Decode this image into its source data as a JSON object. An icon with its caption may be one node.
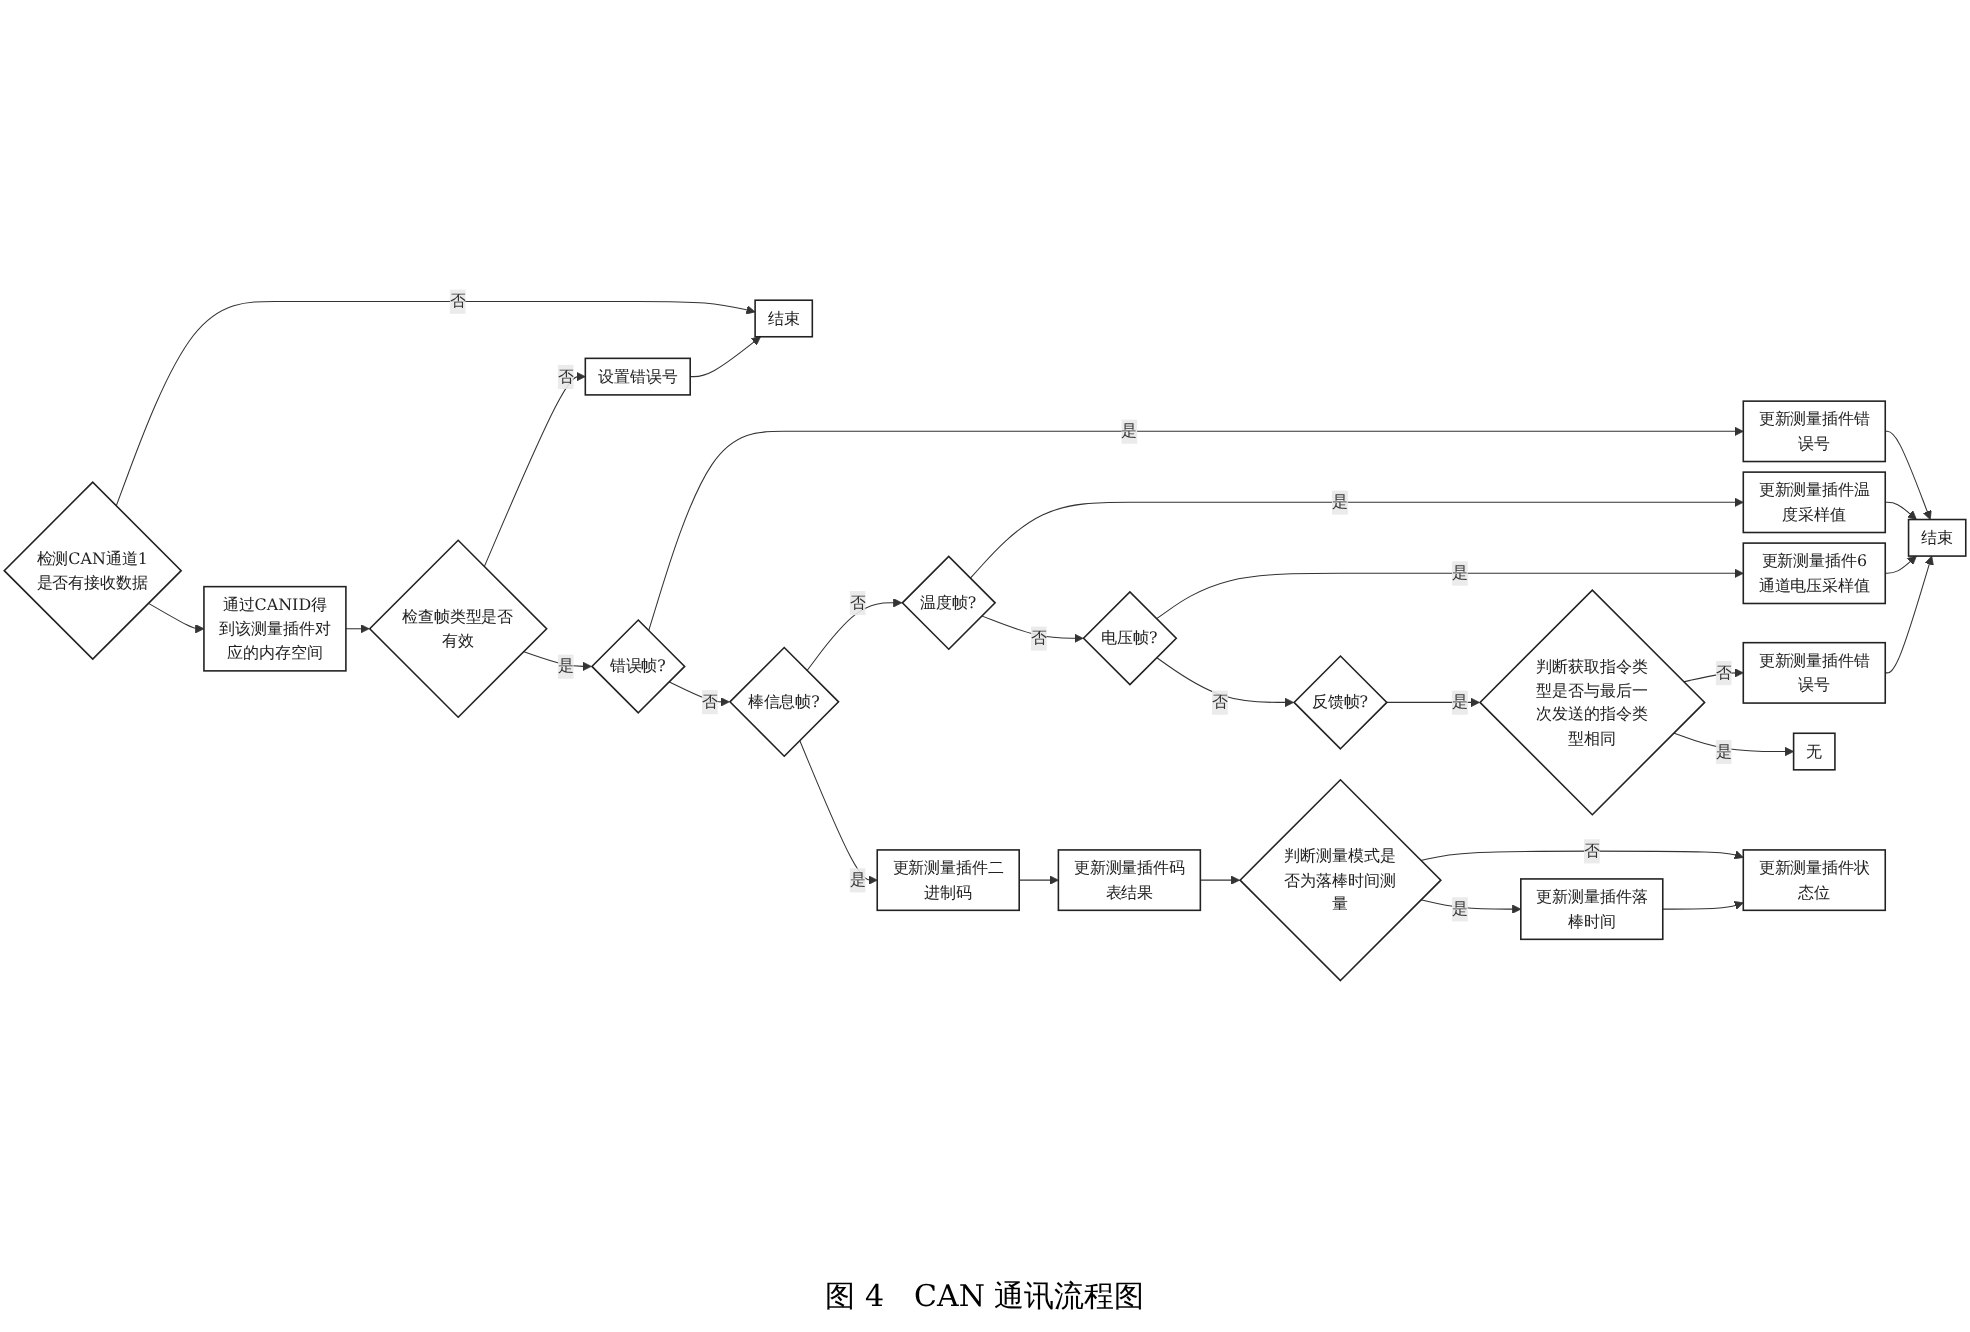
{
  "diagram": {
    "caption": "图 4　CAN 通讯流程图",
    "nodes": [
      {
        "text": [
          "检测CAN通道1是否有接收数据"
        ]
      },
      {
        "text": [
          "结束"
        ]
      },
      {
        "text": [
          "通过CANID得到该测量插件对应的内存空间"
        ]
      },
      {
        "text": [
          "检查帧类型是否有效"
        ]
      },
      {
        "text": [
          "设置错误号"
        ]
      },
      {
        "text": [
          "更新测量插件错误号"
        ]
      },
      {
        "text": [
          "错误帧?"
        ]
      },
      {
        "text": [
          "更新测量插件二进制码"
        ]
      },
      {
        "text": [
          "棒信息帧?"
        ]
      },
      {
        "text": [
          "更新测量插件温度采样值"
        ]
      },
      {
        "text": [
          "结束"
        ]
      },
      {
        "text": [
          "温度帧?"
        ]
      },
      {
        "text": [
          "更新测量插件6通道电压采样值"
        ]
      },
      {
        "text": [
          "电压帧?"
        ]
      },
      {
        "text": [
          "更新测量插件码表结果"
        ]
      },
      {
        "text": [
          "判断测量模式是否为落棒时间测量"
        ]
      },
      {
        "text": [
          "更新测量插件错误号"
        ]
      },
      {
        "text": [
          "判断获取指令类型是否与最后一次发送的指令类型相同"
        ]
      },
      {
        "text": [
          "反馈帧?"
        ]
      },
      {
        "text": [
          "更新测量插件落棒时间"
        ]
      },
      {
        "text": [
          "无"
        ]
      },
      {
        "text": [
          "更新测量插件状态位"
        ]
      }
    ],
    "edges": [
      {
        "from": 0,
        "to": 1,
        "arrow": "to",
        "label": "否"
      },
      {
        "from": 0,
        "to": 2,
        "arrow": "to"
      },
      {
        "from": 2,
        "to": 3,
        "arrow": "to"
      },
      {
        "from": 3,
        "to": 4,
        "arrow": "to",
        "label": "否"
      },
      {
        "from": 4,
        "to": 1,
        "arrow": "to"
      },
      {
        "from": 3,
        "to": 6,
        "arrow": "to",
        "label": "是"
      },
      {
        "from": 6,
        "to": 5,
        "arrow": "to",
        "label": "是"
      },
      {
        "from": 6,
        "to": 8,
        "arrow": "to",
        "label": "否"
      },
      {
        "from": 5,
        "to": 10,
        "arrow": "to"
      },
      {
        "from": 8,
        "to": 7,
        "arrow": "to",
        "label": "是"
      },
      {
        "from": 8,
        "to": 11,
        "arrow": "to",
        "label": "否"
      },
      {
        "from": 11,
        "to": 9,
        "arrow": "to",
        "label": "是"
      },
      {
        "from": 9,
        "to": 10,
        "arrow": "to"
      },
      {
        "from": 11,
        "to": 13,
        "arrow": "to",
        "label": "否"
      },
      {
        "from": 13,
        "to": 12,
        "arrow": "to",
        "label": "是"
      },
      {
        "from": 12,
        "to": 10,
        "arrow": "to"
      },
      {
        "from": 13,
        "to": 18,
        "arrow": "to",
        "label": "否"
      },
      {
        "from": 18,
        "to": 17,
        "arrow": "to",
        "label": "是"
      },
      {
        "from": 17,
        "to": 16,
        "arrow": "to",
        "label": "否"
      },
      {
        "from": 16,
        "to": 10,
        "arrow": "to"
      },
      {
        "from": 17,
        "to": 20,
        "arrow": "to",
        "label": "是"
      },
      {
        "from": 7,
        "to": 14,
        "arrow": "to"
      },
      {
        "from": 14,
        "to": 15,
        "arrow": "to"
      },
      {
        "from": 15,
        "to": 19,
        "arrow": "to",
        "label": "是"
      },
      {
        "from": 15,
        "to": 21,
        "arrow": "to",
        "label": "否"
      },
      {
        "from": 19,
        "to": 21,
        "arrow": "to"
      }
    ]
  }
}
